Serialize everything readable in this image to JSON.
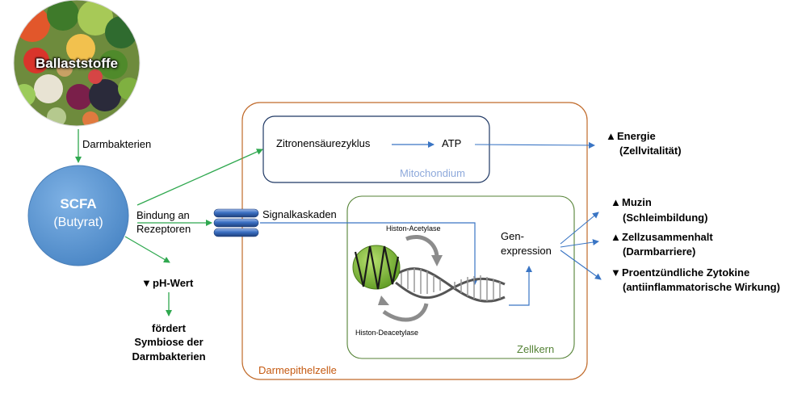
{
  "food": {
    "label": "Ballaststoffe",
    "image": "vegetables-photo"
  },
  "edges": {
    "bacteria": "Darmbakterien",
    "binding": [
      "Bindung an",
      "Rezeptoren"
    ],
    "signal": "Signalkaskaden"
  },
  "scfa": {
    "name": "SCFA",
    "sub": "(Butyrat)"
  },
  "ph": {
    "symbol": "▼",
    "label": "pH-Wert"
  },
  "symbiosis": [
    "fördert",
    "Symbiose der",
    "Darmbakterien"
  ],
  "cell": {
    "label": "Darmepithelzelle"
  },
  "mito": {
    "label": "Mitochondium",
    "cycle": "Zitronensäurezyklus",
    "atp": "ATP"
  },
  "nucleus": {
    "label": "Zellkern",
    "hat": "Histon-Acetylase",
    "hdac": "Histon-Deacetylase",
    "expression": [
      "Gen-",
      "expression"
    ]
  },
  "outcomes": [
    {
      "symbol": "▲",
      "title": "Energie",
      "detail": "(Zellvitalität)"
    },
    {
      "symbol": "▲",
      "title": "Muzin",
      "detail": "(Schleimbildung)"
    },
    {
      "symbol": "▲",
      "title": "Zellzusammenhalt",
      "detail": "(Darmbarriere)"
    },
    {
      "symbol": "▼",
      "title": "Proentzündliche Zytokine",
      "detail": "(antiinflammatorische Wirkung)"
    }
  ],
  "colors": {
    "green_arrow": "#2FA84F",
    "blue_arrow": "#3A75C4",
    "cell_border": "#C06A2A",
    "mito_border": "#1F3864",
    "mito_label": "#8EA9DB",
    "nucleus_border": "#548235",
    "nucleus_label": "#548235",
    "cell_label": "#C55A11",
    "scfa_fill": "#5B9BD5"
  }
}
